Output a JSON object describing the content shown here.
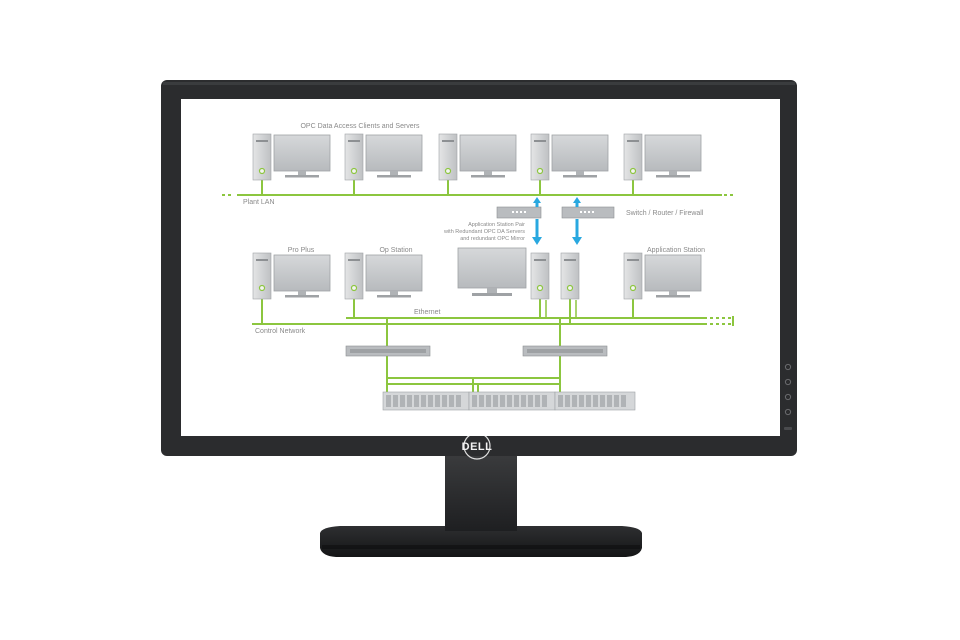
{
  "brand": "DELL",
  "diagram": {
    "title": "OPC Data Access Clients and Servers",
    "plant_lan_label": "Plant LAN",
    "switch_label": "Switch / Router / Firewall",
    "app_station_note": [
      "Application Station Pair",
      "with Redundant OPC DA Servers",
      "and redundant OPC Mirror"
    ],
    "node_labels": {
      "pro_plus": "Pro Plus",
      "op_station": "Op Station",
      "application_station": "Application Station"
    },
    "control_network_label": "Control Network",
    "ethernet_label": "Ethernet"
  },
  "colors": {
    "network_line": "#8cc63f",
    "arrow": "#29a8e0",
    "bezel": "#2b2c2e",
    "device_gray": "#cfd1d3",
    "label_gray": "#8a8a8a"
  }
}
